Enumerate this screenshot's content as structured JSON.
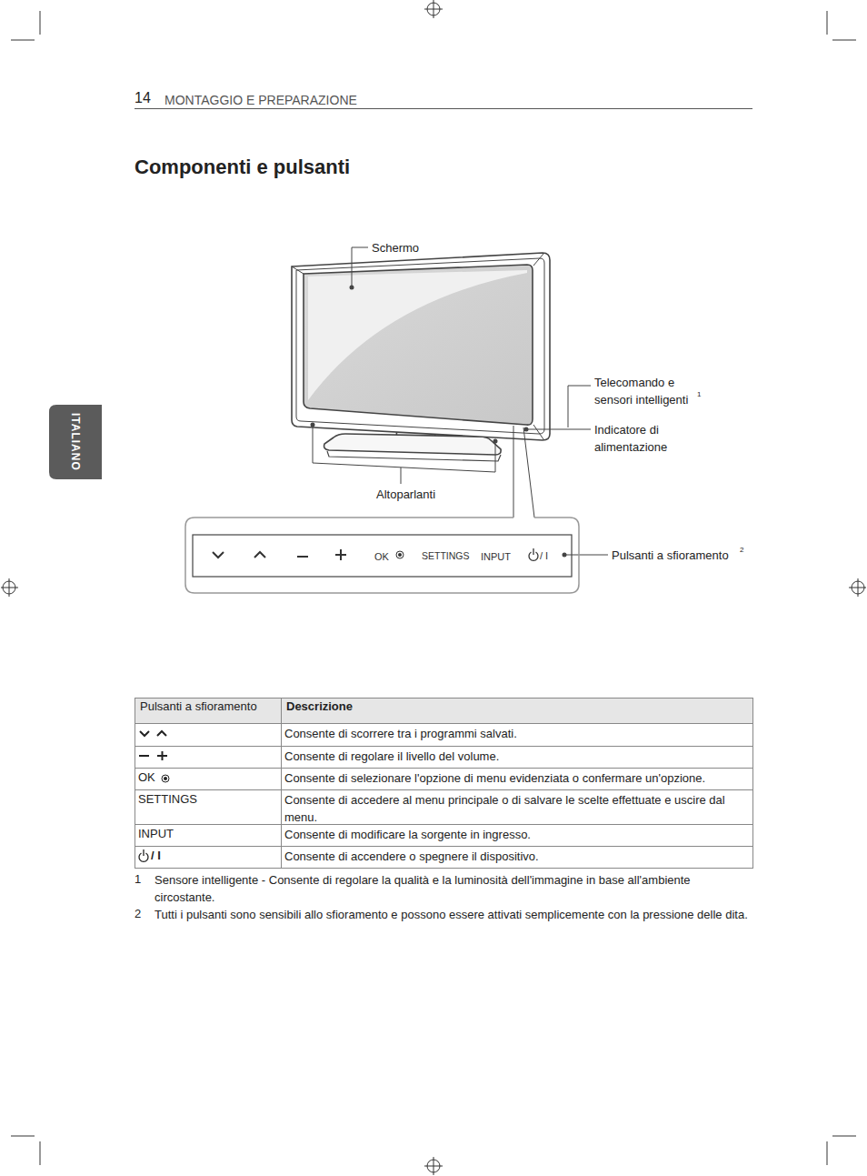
{
  "diagram": {
    "title": "Componenti e pulsanti",
    "nodes": [
      {
        "text": [
          "ITALIANO"
        ]
      },
      {
        "text": [
          "OK",
          "SETTINGS",
          "INPUT",
          "/ I"
        ]
      }
    ],
    "labels": [
      "14",
      "MONTAGGIO E PREPARAZIONE",
      "Schermo",
      "Telecomando e sensori intelligenti",
      "1",
      "Indicatore di alimentazione",
      "Altoparlanti",
      "Pulsanti a sfioramento",
      "2",
      "Pulsanti a sfioramento",
      "Descrizione",
      "Consente di scorrere tra i programmi salvati.",
      "Consente di regolare il livello del volume.",
      "OK",
      "Consente di selezionare l'opzione di menu evidenziata o confermare un'opzione.",
      "SETTINGS",
      "Consente di accedere al menu principale o di salvare le scelte effettuate e uscire dal menu.",
      "INPUT",
      "Consente di modificare la sorgente in ingresso.",
      "/ I",
      "Consente di accendere o spegnere il dispositivo.",
      "1",
      "Sensore intelligente - Consente di regolare la qualità e la luminosità dell'immagine in base all'ambiente circostante.",
      "2",
      "Tutti i pulsanti sono sensibili allo sfioramento e possono essere attivati semplicemente con la pressione delle dita."
    ]
  }
}
